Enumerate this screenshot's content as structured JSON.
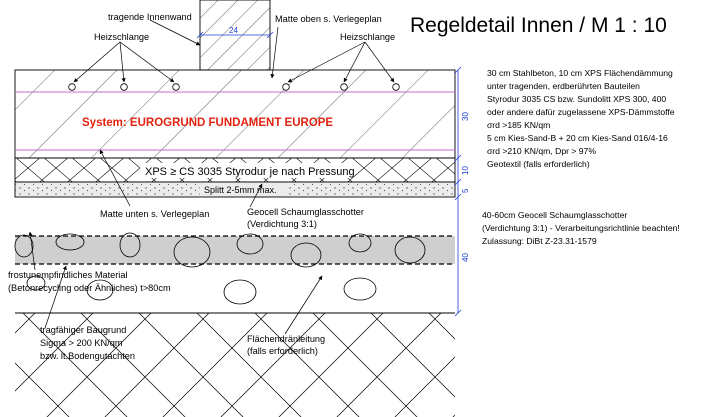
{
  "title": "Regeldetail Innen / M 1 : 10",
  "colors": {
    "system_text": "#e32310",
    "dimension": "#1e3fd6",
    "heating_pipe_line": "#c86ad0",
    "foam_glass_layer": "#cfcfcf",
    "gravel_layer": "#ececec",
    "lines": "#000000"
  },
  "labels": {
    "wall": "tragende Innenwand",
    "mesh_top": "Matte oben s. Verlegeplan",
    "heating_left": "Heizschlange",
    "heating_right": "Heizschlange",
    "system": "System: EUROGRUND FUNDAMENT EUROPE",
    "xps": "XPS ≥ CS 3035 Styrodur je nach Pressung",
    "splitt": "Splitt 2-5mm max.",
    "mesh_bottom": "Matte unten s. Verlegeplan",
    "geocell_1": "Geocell Schaumglasschotter",
    "geocell_2": "(Verdichtung 3:1)",
    "frost_1": "frostunempfindliches Material",
    "frost_2": "(Betonrecycling oder Ähnliches) t>80cm",
    "subgrade_1": "tragfähiger Baugrund",
    "subgrade_2": "Sigma > 200 KN/qm",
    "subgrade_3": "bzw. lt.Bodengutachten",
    "drain_1": "Flächendränleitung",
    "drain_2": "(falls erforderlich)"
  },
  "side_notes": {
    "slab_lines": [
      "30 cm Stahlbeton, 10 cm XPS Flächendämmung",
      "unter tragenden, erdberührten Bauteilen",
      "Styrodur 3035 CS bzw. Sundolitt XPS 300, 400",
      "oder andere dafür zugelassene XPS-Dämmstoffe",
      "σrd >185 KN/qm",
      "5 cm Kies-Sand-B + 20 cm Kies-Sand 016/4-16",
      "σrd >210 KN/qm, Dpr > 97%",
      "Geotextil (falls erforderlich)"
    ],
    "geocell_lines": [
      "40-60cm Geocell Schaumglasschotter",
      "(Verdichtung 3:1) - Verarbeitungsrichtlinie beachten!",
      "Zulassung: DiBt Z-23.31-1579"
    ]
  },
  "dimensions": {
    "wall_width": "24",
    "slab": "30",
    "xps": "10",
    "splitt": "5",
    "geocell": "40"
  }
}
